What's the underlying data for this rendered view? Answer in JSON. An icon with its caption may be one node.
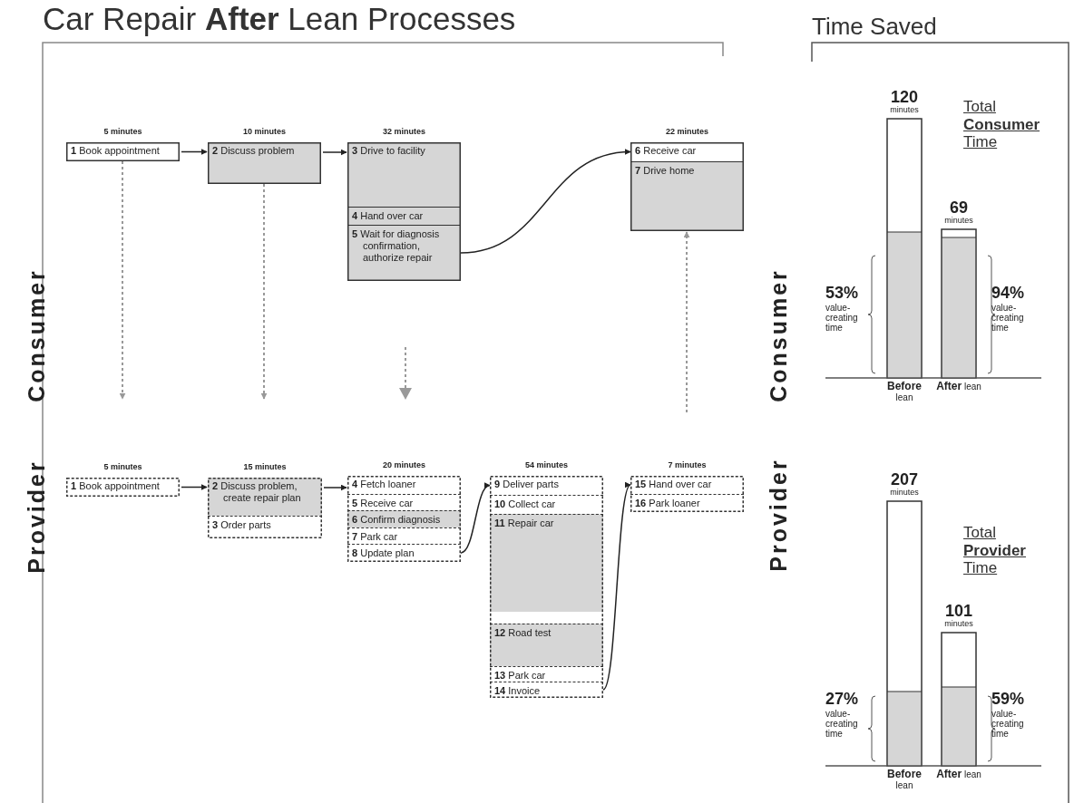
{
  "diagram": {
    "title": "Car Repair **After** Lean Processes",
    "nodes": [
      {
        "text": [
          "**1** Book appointment"
        ],
        "beside": [
          "5 minutes"
        ]
      },
      {
        "text": [
          "**2** Discuss problem"
        ],
        "beside": [
          "10 minutes"
        ]
      },
      {
        "text": [],
        "shape": "box",
        "beside": [
          "32 minutes"
        ]
      },
      {
        "text": [
          "**3** Drive to facility"
        ],
        "in": 2
      },
      {
        "text": [
          "**4** Hand over car"
        ],
        "in": 2
      },
      {
        "text": [
          "**5** Wait for diagnosis confirmation, authorize repair"
        ],
        "in": 2
      },
      {
        "text": [],
        "shape": "box",
        "beside": [
          "22 minutes"
        ]
      },
      {
        "text": [
          "**6** Receive car"
        ],
        "in": 6
      },
      {
        "text": [
          "**7** Drive home"
        ],
        "in": 6
      },
      {
        "text": [
          "**1** Book appointment"
        ],
        "beside": [
          "5 minutes"
        ]
      },
      {
        "text": [],
        "shape": "box",
        "beside": [
          "15 minutes"
        ]
      },
      {
        "text": [
          "**2** Discuss problem, create repair plan"
        ],
        "in": 10
      },
      {
        "text": [
          "**3** Order parts"
        ],
        "in": 10
      },
      {
        "text": [],
        "shape": "box",
        "beside": [
          "20 minutes"
        ]
      },
      {
        "text": [
          "**4** Fetch loaner"
        ],
        "in": 13
      },
      {
        "text": [
          "**5** Receive car"
        ],
        "in": 13
      },
      {
        "text": [
          "**6** Confirm diagnosis"
        ],
        "in": 13
      },
      {
        "text": [
          "**7** Park car"
        ],
        "in": 13
      },
      {
        "text": [
          "**8** Update plan"
        ],
        "in": 13
      },
      {
        "text": [],
        "shape": "box",
        "beside": [
          "54 minutes"
        ]
      },
      {
        "text": [
          "**9** Deliver parts"
        ],
        "in": 19
      },
      {
        "text": [
          "**10** Collect car"
        ],
        "in": 19
      },
      {
        "text": [
          "**11** Repair car"
        ],
        "in": 19
      },
      {
        "text": [
          "**12** Road test"
        ],
        "in": 19
      },
      {
        "text": [
          "**13** Park car"
        ],
        "in": 19
      },
      {
        "text": [
          "**14** Invoice"
        ],
        "in": 19
      },
      {
        "text": [],
        "shape": "box",
        "beside": [
          "7 minutes"
        ]
      },
      {
        "text": [
          "**15** Hand over car"
        ],
        "in": 26
      },
      {
        "text": [
          "**16** Park loaner"
        ],
        "in": 26
      }
    ],
    "edges": [
      {
        "from": 0,
        "to": 1,
        "arrow": "to"
      },
      {
        "from": 1,
        "to": 2,
        "arrow": "to"
      },
      {
        "from": 5,
        "to": 7,
        "arrow": "to"
      },
      {
        "from": 0,
        "to": null,
        "arrow": "to",
        "style": "dashed",
        "color": "#999999"
      },
      {
        "from": 1,
        "to": null,
        "arrow": "to",
        "style": "dashed",
        "color": "#999999"
      },
      {
        "from": null,
        "to": 6,
        "arrow": "to",
        "style": "dashed",
        "color": "#999999"
      },
      {
        "from": 9,
        "to": 10,
        "arrow": "to"
      },
      {
        "from": 10,
        "to": 13,
        "arrow": "to"
      },
      {
        "from": 18,
        "to": 20,
        "arrow": "to"
      },
      {
        "from": 25,
        "to": 27,
        "arrow": "to"
      }
    ],
    "labels": [
      "Time Saved",
      "Consumer",
      "Consumer",
      "Provider",
      "Provider",
      "120",
      "minutes",
      "Total **Consumer** Time",
      "69",
      "minutes",
      "53%",
      "value-creating time",
      "94%",
      "value-creating time",
      "**Before** lean",
      "**After** lean",
      "207",
      "minutes",
      "Total **Provider** Time",
      "101",
      "minutes",
      "27%",
      "value-creating time",
      "59%",
      "value-creating time",
      "**Before** lean",
      "**After** lean"
    ]
  }
}
